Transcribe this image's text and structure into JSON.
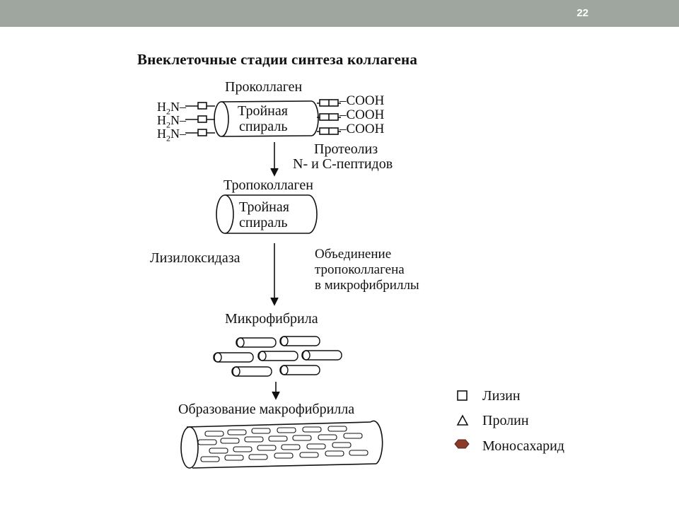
{
  "slide": {
    "number": "22"
  },
  "diagram": {
    "title": "Внеклеточные стадии синтеза коллагена",
    "procollagen": {
      "label": "Проколлаген",
      "helix_line1": "Тройная",
      "helix_line2": "спираль",
      "n_terminus": "H",
      "n_sub": "2",
      "n_suffix": "N–",
      "c_terminus": "–COOH"
    },
    "step1": {
      "line1": "Протеолиз",
      "line2": "N- и С-пептидов"
    },
    "tropocollagen": {
      "label": "Тропоколлаген",
      "helix_line1": "Тройная",
      "helix_line2": "спираль"
    },
    "enzyme": "Лизилоксидаза",
    "step2": {
      "line1": "Объединение",
      "line2": "тропоколлагена",
      "line3": "в микрофибриллы"
    },
    "microfibril": {
      "label": "Микрофибрила"
    },
    "macrofibril": {
      "label": "Образование макрофибрилла"
    }
  },
  "legend": {
    "items": [
      {
        "symbol": "square-icon",
        "label": "Лизин"
      },
      {
        "symbol": "triangle-icon",
        "label": "Пролин"
      },
      {
        "symbol": "hexagon-icon",
        "label": "Моносахарид",
        "color": "#8b3a2a"
      }
    ]
  }
}
